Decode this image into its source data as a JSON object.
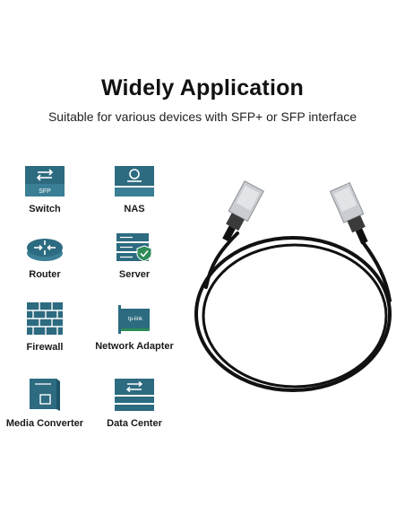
{
  "header": {
    "title": "Widely Application",
    "subtitle": "Suitable for various devices with SFP+ or SFP interface"
  },
  "colors": {
    "icon": "#2c6b80",
    "icon_light": "#ffffff",
    "accent_green": "#2e8b57",
    "cable": "#111111",
    "connector": "#c9ccd0"
  },
  "devices": [
    {
      "label": "Switch",
      "icon": "switch-icon",
      "badge": "SFP"
    },
    {
      "label": "NAS",
      "icon": "nas-icon"
    },
    {
      "label": "Router",
      "icon": "router-icon"
    },
    {
      "label": "Server",
      "icon": "server-icon"
    },
    {
      "label": "Firewall",
      "icon": "firewall-icon"
    },
    {
      "label": "Network Adapter",
      "icon": "network-adapter-icon",
      "badge": "tp-link"
    },
    {
      "label": "Media Converter",
      "icon": "media-converter-icon"
    },
    {
      "label": "Data Center",
      "icon": "data-center-icon"
    }
  ]
}
